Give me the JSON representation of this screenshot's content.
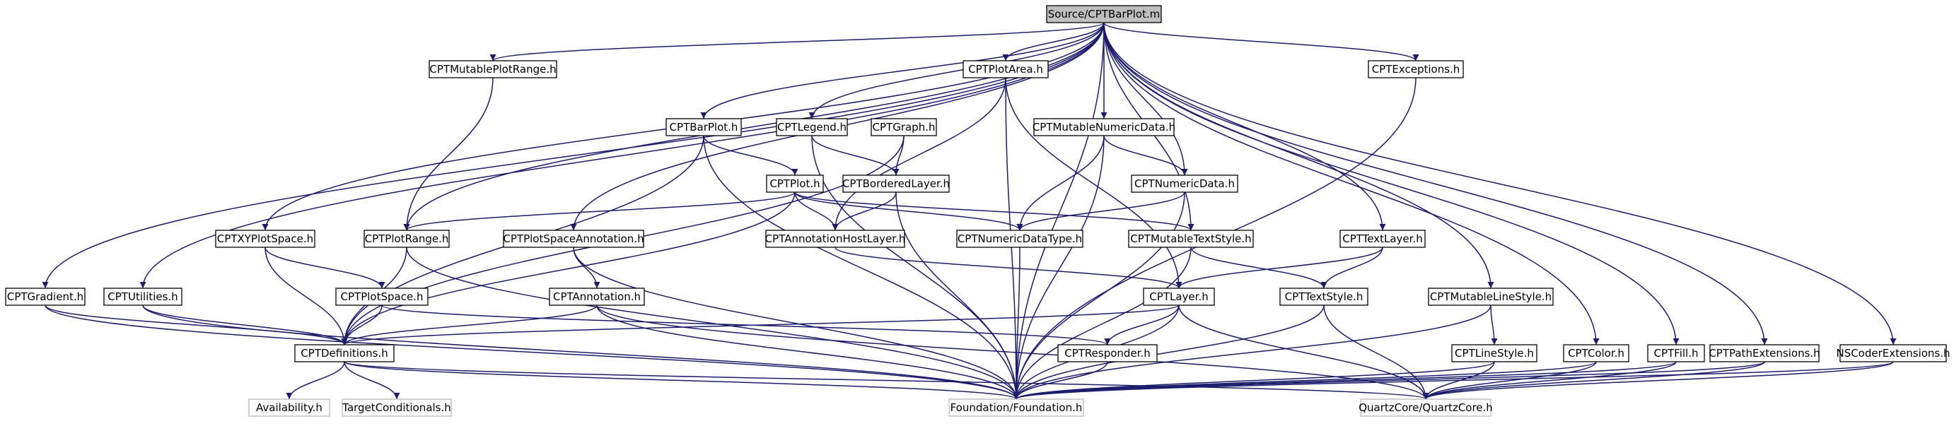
{
  "diagram": {
    "type": "include-dependency-graph",
    "edge_color": "#1c1c6b",
    "root_fill": "#bfbfbf",
    "external_border": "#b8b8b8",
    "nodes": [
      {
        "id": "root",
        "label": "Source/CPTBarPlot.m",
        "kind": "root"
      },
      {
        "id": "mpr",
        "label": "CPTMutablePlotRange.h"
      },
      {
        "id": "parea",
        "label": "CPTPlotArea.h"
      },
      {
        "id": "exc",
        "label": "CPTExceptions.h"
      },
      {
        "id": "bar",
        "label": "CPTBarPlot.h"
      },
      {
        "id": "leg",
        "label": "CPTLegend.h"
      },
      {
        "id": "graph",
        "label": "CPTGraph.h"
      },
      {
        "id": "mnd",
        "label": "CPTMutableNumericData.h"
      },
      {
        "id": "plot",
        "label": "CPTPlot.h"
      },
      {
        "id": "bl",
        "label": "CPTBorderedLayer.h"
      },
      {
        "id": "nd",
        "label": "CPTNumericData.h"
      },
      {
        "id": "xyps",
        "label": "CPTXYPlotSpace.h"
      },
      {
        "id": "pr",
        "label": "CPTPlotRange.h"
      },
      {
        "id": "psa",
        "label": "CPTPlotSpaceAnnotation.h"
      },
      {
        "id": "ahl",
        "label": "CPTAnnotationHostLayer.h"
      },
      {
        "id": "ndt",
        "label": "CPTNumericDataType.h"
      },
      {
        "id": "mts",
        "label": "CPTMutableTextStyle.h"
      },
      {
        "id": "tl",
        "label": "CPTTextLayer.h"
      },
      {
        "id": "grad",
        "label": "CPTGradient.h"
      },
      {
        "id": "util",
        "label": "CPTUtilities.h"
      },
      {
        "id": "ps",
        "label": "CPTPlotSpace.h"
      },
      {
        "id": "ann",
        "label": "CPTAnnotation.h"
      },
      {
        "id": "layer",
        "label": "CPTLayer.h"
      },
      {
        "id": "ts",
        "label": "CPTTextStyle.h"
      },
      {
        "id": "mls",
        "label": "CPTMutableLineStyle.h"
      },
      {
        "id": "defs",
        "label": "CPTDefinitions.h"
      },
      {
        "id": "resp",
        "label": "CPTResponder.h"
      },
      {
        "id": "ls",
        "label": "CPTLineStyle.h"
      },
      {
        "id": "color",
        "label": "CPTColor.h"
      },
      {
        "id": "fill",
        "label": "CPTFill.h"
      },
      {
        "id": "pext",
        "label": "CPTPathExtensions.h"
      },
      {
        "id": "nsc",
        "label": "NSCoderExtensions.h"
      },
      {
        "id": "avail",
        "label": "Availability.h",
        "kind": "external"
      },
      {
        "id": "tcond",
        "label": "TargetConditionals.h",
        "kind": "external"
      },
      {
        "id": "found",
        "label": "Foundation/Foundation.h",
        "kind": "external"
      },
      {
        "id": "qc",
        "label": "QuartzCore/QuartzCore.h",
        "kind": "external"
      }
    ],
    "edges": [
      [
        "root",
        "mpr"
      ],
      [
        "root",
        "parea"
      ],
      [
        "root",
        "exc"
      ],
      [
        "root",
        "bar"
      ],
      [
        "root",
        "leg"
      ],
      [
        "root",
        "mnd"
      ],
      [
        "root",
        "nd"
      ],
      [
        "root",
        "xyps"
      ],
      [
        "root",
        "pr"
      ],
      [
        "root",
        "psa"
      ],
      [
        "root",
        "mts"
      ],
      [
        "root",
        "tl"
      ],
      [
        "root",
        "grad"
      ],
      [
        "root",
        "util"
      ],
      [
        "root",
        "mls"
      ],
      [
        "root",
        "color"
      ],
      [
        "root",
        "fill"
      ],
      [
        "root",
        "pext"
      ],
      [
        "root",
        "nsc"
      ],
      [
        "root",
        "found"
      ],
      [
        "mpr",
        "pr"
      ],
      [
        "parea",
        "ahl"
      ],
      [
        "parea",
        "layer"
      ],
      [
        "parea",
        "found"
      ],
      [
        "exc",
        "found"
      ],
      [
        "bar",
        "plot"
      ],
      [
        "bar",
        "defs"
      ],
      [
        "bar",
        "found"
      ],
      [
        "leg",
        "bl"
      ],
      [
        "leg",
        "found"
      ],
      [
        "graph",
        "bl"
      ],
      [
        "graph",
        "defs"
      ],
      [
        "mnd",
        "nd"
      ],
      [
        "mnd",
        "ndt"
      ],
      [
        "mnd",
        "found"
      ],
      [
        "plot",
        "pr"
      ],
      [
        "plot",
        "ahl"
      ],
      [
        "plot",
        "ndt"
      ],
      [
        "plot",
        "mts"
      ],
      [
        "plot",
        "defs"
      ],
      [
        "bl",
        "ahl"
      ],
      [
        "bl",
        "found"
      ],
      [
        "nd",
        "ndt"
      ],
      [
        "nd",
        "found"
      ],
      [
        "xyps",
        "ps"
      ],
      [
        "xyps",
        "defs"
      ],
      [
        "pr",
        "defs"
      ],
      [
        "pr",
        "found"
      ],
      [
        "psa",
        "ann"
      ],
      [
        "psa",
        "found"
      ],
      [
        "ahl",
        "layer"
      ],
      [
        "ndt",
        "found"
      ],
      [
        "mts",
        "ts"
      ],
      [
        "mts",
        "found"
      ],
      [
        "tl",
        "layer"
      ],
      [
        "tl",
        "ts"
      ],
      [
        "grad",
        "defs"
      ],
      [
        "grad",
        "found"
      ],
      [
        "util",
        "defs"
      ],
      [
        "util",
        "found"
      ],
      [
        "ps",
        "defs"
      ],
      [
        "ps",
        "resp"
      ],
      [
        "ann",
        "defs"
      ],
      [
        "ann",
        "found"
      ],
      [
        "ann",
        "qc"
      ],
      [
        "layer",
        "defs"
      ],
      [
        "layer",
        "resp"
      ],
      [
        "layer",
        "found"
      ],
      [
        "layer",
        "qc"
      ],
      [
        "ts",
        "found"
      ],
      [
        "ts",
        "qc"
      ],
      [
        "mls",
        "ls"
      ],
      [
        "mls",
        "found"
      ],
      [
        "defs",
        "avail"
      ],
      [
        "defs",
        "tcond"
      ],
      [
        "defs",
        "found"
      ],
      [
        "defs",
        "qc"
      ],
      [
        "resp",
        "found"
      ],
      [
        "ls",
        "found"
      ],
      [
        "ls",
        "qc"
      ],
      [
        "color",
        "found"
      ],
      [
        "color",
        "qc"
      ],
      [
        "fill",
        "found"
      ],
      [
        "fill",
        "qc"
      ],
      [
        "pext",
        "found"
      ],
      [
        "pext",
        "qc"
      ],
      [
        "nsc",
        "found"
      ],
      [
        "nsc",
        "qc"
      ]
    ]
  }
}
